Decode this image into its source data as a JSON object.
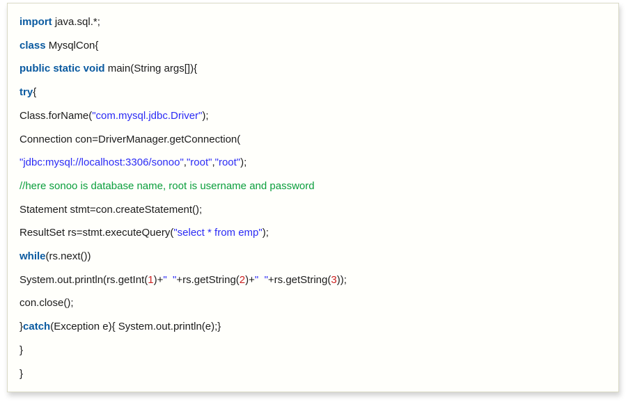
{
  "page": {
    "background": "#ffffff"
  },
  "code_block": {
    "background": "#fffffb",
    "border_color": "#d9d9c6",
    "colors": {
      "keyword": "#0a5aa0",
      "plain": "#1b1b1b",
      "string": "#2b2bf5",
      "comment": "#0a9e3c",
      "number": "#cc2222"
    },
    "lines": [
      {
        "tokens": [
          [
            "kwd",
            "import"
          ],
          [
            "pln",
            " java.sql.*;"
          ]
        ]
      },
      {
        "tokens": [
          [
            "kwd",
            "class"
          ],
          [
            "pln",
            " MysqlCon{"
          ]
        ]
      },
      {
        "tokens": [
          [
            "kwd",
            "public static void"
          ],
          [
            "pln",
            " main(String args[]){"
          ]
        ]
      },
      {
        "tokens": [
          [
            "kwd",
            "try"
          ],
          [
            "pln",
            "{"
          ]
        ]
      },
      {
        "tokens": [
          [
            "pln",
            "Class.forName("
          ],
          [
            "str",
            "\"com.mysql.jdbc.Driver\""
          ],
          [
            "pln",
            ");"
          ]
        ]
      },
      {
        "tokens": [
          [
            "pln",
            "Connection con=DriverManager.getConnection("
          ]
        ]
      },
      {
        "tokens": [
          [
            "str",
            "\"jdbc:mysql://localhost:3306/sonoo\""
          ],
          [
            "pln",
            ","
          ],
          [
            "str",
            "\"root\""
          ],
          [
            "pln",
            ","
          ],
          [
            "str",
            "\"root\""
          ],
          [
            "pln",
            ");"
          ]
        ]
      },
      {
        "tokens": [
          [
            "com",
            "//here sonoo is database name, root is username and password"
          ]
        ]
      },
      {
        "tokens": [
          [
            "pln",
            "Statement stmt=con.createStatement();"
          ]
        ]
      },
      {
        "tokens": [
          [
            "pln",
            "ResultSet rs=stmt.executeQuery("
          ],
          [
            "str",
            "\"select * from emp\""
          ],
          [
            "pln",
            ");"
          ]
        ]
      },
      {
        "tokens": [
          [
            "kwd",
            "while"
          ],
          [
            "pln",
            "(rs.next())"
          ]
        ]
      },
      {
        "tokens": [
          [
            "pln",
            "System.out.println(rs.getInt("
          ],
          [
            "num",
            "1"
          ],
          [
            "pln",
            ")+"
          ],
          [
            "str",
            "\"  \""
          ],
          [
            "pln",
            "+rs.getString("
          ],
          [
            "num",
            "2"
          ],
          [
            "pln",
            ")+"
          ],
          [
            "str",
            "\"  \""
          ],
          [
            "pln",
            "+rs.getString("
          ],
          [
            "num",
            "3"
          ],
          [
            "pln",
            "));"
          ]
        ]
      },
      {
        "tokens": [
          [
            "pln",
            "con.close();"
          ]
        ]
      },
      {
        "tokens": [
          [
            "pln",
            "}"
          ],
          [
            "kwd",
            "catch"
          ],
          [
            "pln",
            "(Exception e){ System.out.println(e);}"
          ]
        ]
      },
      {
        "tokens": [
          [
            "pln",
            "}"
          ]
        ]
      },
      {
        "tokens": [
          [
            "pln",
            "}"
          ]
        ]
      }
    ]
  }
}
